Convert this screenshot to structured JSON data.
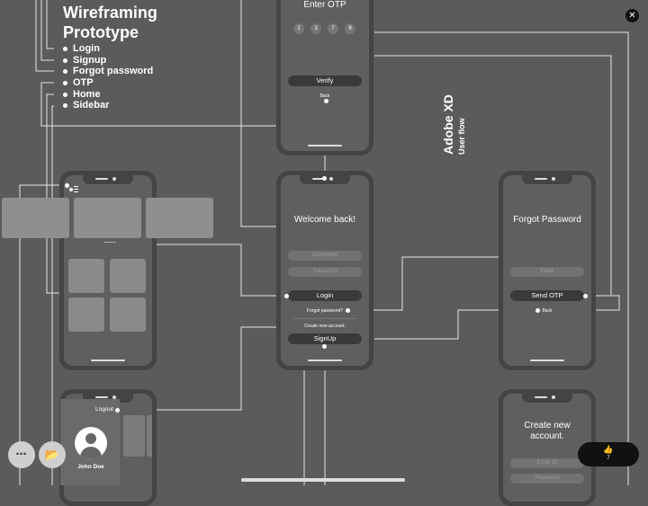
{
  "diagram": {
    "title": "Wireframing Prototype",
    "sections": [
      "Login",
      "Signup",
      "Forgot password",
      "OTP",
      "Home",
      "Sidebar"
    ],
    "side_label": {
      "app": "Adobe XD",
      "subtitle": "User flow"
    }
  },
  "screens": {
    "otp": {
      "title": "Enter OTP",
      "digits": [
        "2",
        "3",
        "7",
        "9"
      ],
      "verify_label": "Verify",
      "back_label": "Back"
    },
    "login": {
      "title": "Welcome back!",
      "username_placeholder": "Username",
      "password_placeholder": "Password",
      "login_label": "Login",
      "forgot_label": "Forgot password?",
      "create_text": "Create new account.",
      "signup_label": "SignUp"
    },
    "forgot": {
      "title": "Forgot Password",
      "email_placeholder": "Email",
      "send_label": "Send OTP",
      "back_label": "Back"
    },
    "signup": {
      "title": "Create new account.",
      "email_placeholder": "Email ID",
      "password_placeholder": "Password"
    },
    "sidebar": {
      "logout_label": "Logout",
      "user_name": "John Doe"
    }
  },
  "toolbar": {
    "close_icon": "close-icon",
    "more_icon": "more-icon",
    "more_glyph": "⋯",
    "folder_icon": "folder-icon",
    "folder_glyph": "📂",
    "like_glyph": "👍",
    "like_count": "7"
  },
  "colors": {
    "background": "#5b5b5b",
    "phone_frame": "#444444",
    "screen": "#5f5f5f",
    "button": "#3a3a3a",
    "connector": "#e6e6e6"
  }
}
